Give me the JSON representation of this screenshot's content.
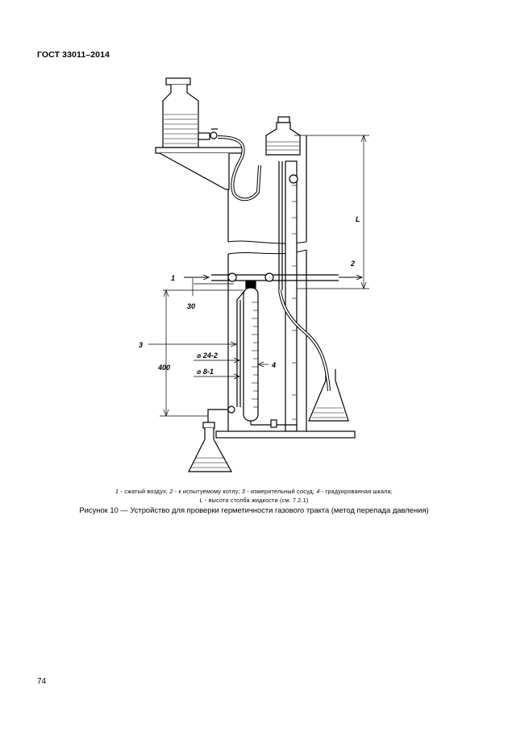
{
  "header": {
    "standard": "ГОСТ 33011–2014"
  },
  "figure": {
    "labels": {
      "one": "1",
      "two": "2",
      "three": "3",
      "four": "4",
      "L": "L",
      "dim_30": "30",
      "dim_400": "400",
      "dia_24": "⌀ 24-2",
      "dia_8": "⌀ 8-1"
    }
  },
  "legend": {
    "n1": "1",
    "t1": " - сжатый воздух; ",
    "n2": "2",
    "t2": " - к испытуемому котлу; ",
    "n3": "3",
    "t3": " - измерительный сосуд; ",
    "n4": "4",
    "t4": " - градуированная шкала;",
    "nL": "L",
    "tL": " - высота столба жидкости (см. 7.2.1)"
  },
  "caption": {
    "title": "Рисунок 10 — Устройство для проверки герметичности газового тракта (метод перепада давления)"
  },
  "page": {
    "number": "74"
  }
}
